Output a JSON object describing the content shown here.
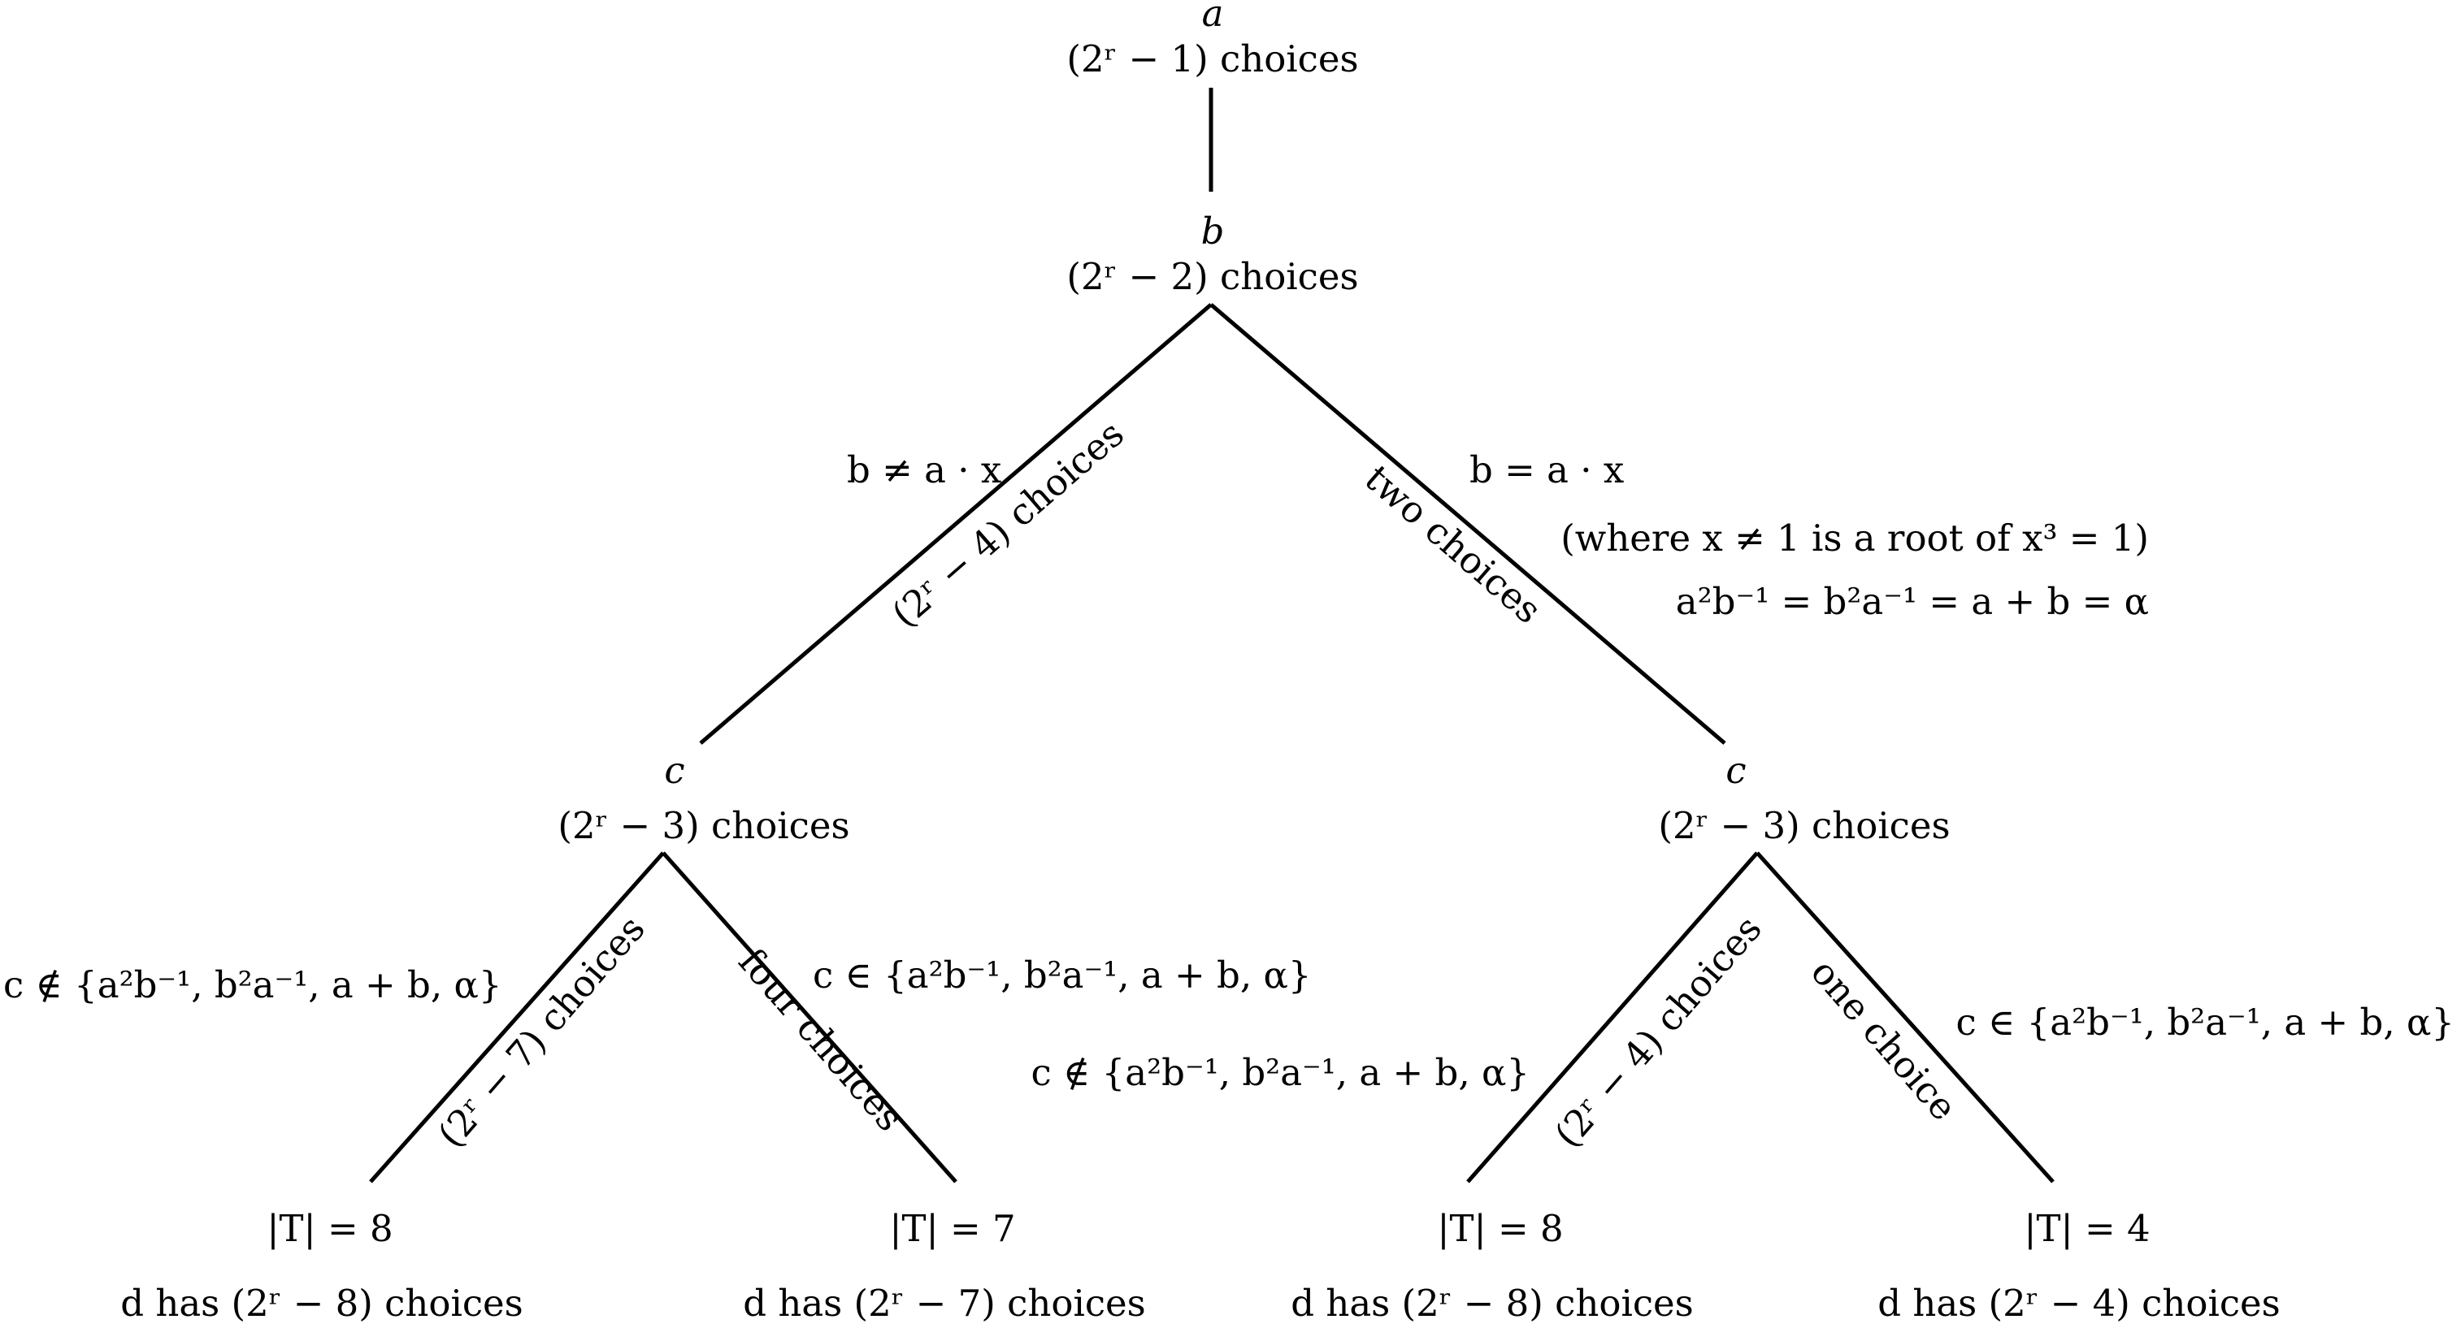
{
  "nodes": {
    "a": {
      "var": "a",
      "choices": "(2ʳ − 1) choices"
    },
    "b": {
      "var": "b",
      "choices": "(2ʳ − 2) choices"
    },
    "c_left": {
      "var": "c",
      "choices": "(2ʳ − 3) choices"
    },
    "c_right": {
      "var": "c",
      "choices": "(2ʳ − 3) choices"
    },
    "leaf1": {
      "size": "|T| = 8",
      "d": "d has (2ʳ − 8) choices"
    },
    "leaf2": {
      "size": "|T| = 7",
      "d": "d has (2ʳ − 7) choices"
    },
    "leaf3": {
      "size": "|T| = 8",
      "d": "d has (2ʳ − 8) choices"
    },
    "leaf4": {
      "size": "|T| = 4",
      "d": "d has (2ʳ − 4) choices"
    }
  },
  "edges": {
    "b_left": {
      "condition": "b ≠ a · x",
      "count": "(2ʳ − 4) choices"
    },
    "b_right": {
      "condition": "b = a · x",
      "note": "(where x ≠ 1 is a root of x³ = 1)",
      "identity": "a²b⁻¹ = b²a⁻¹ = a + b = α",
      "count": "two choices"
    },
    "cl_left": {
      "condition": "c ∉ {a²b⁻¹, b²a⁻¹, a + b, α}",
      "count": "(2ʳ − 7) choices"
    },
    "cl_right": {
      "condition": "c ∈ {a²b⁻¹, b²a⁻¹, a + b, α}",
      "count": "four choices"
    },
    "cr_left": {
      "condition": "c ∉ {a²b⁻¹, b²a⁻¹, a + b, α}",
      "count": "(2ʳ − 4) choices"
    },
    "cr_right": {
      "condition": "c ∈ {a²b⁻¹, b²a⁻¹, a + b, α}",
      "count": "one choice"
    }
  }
}
